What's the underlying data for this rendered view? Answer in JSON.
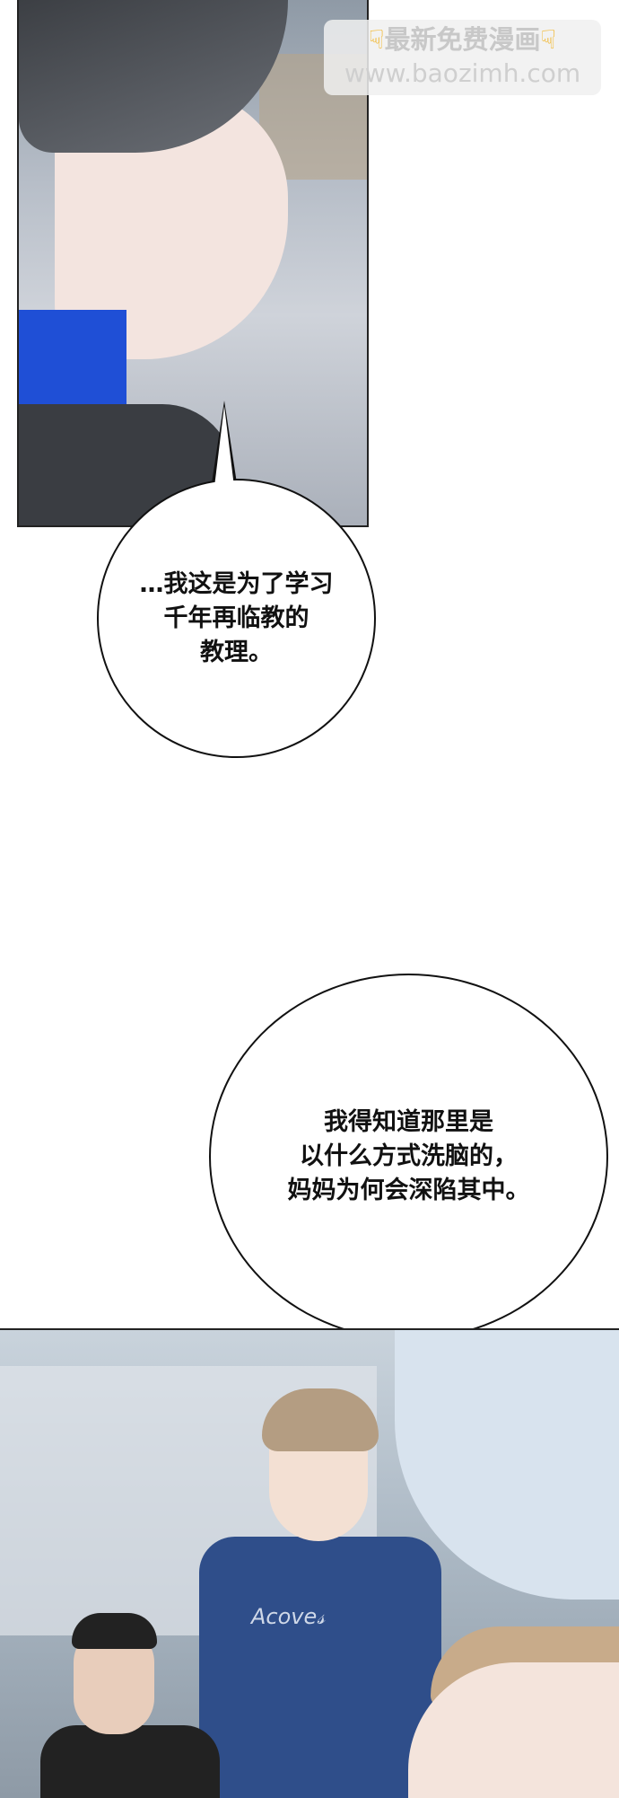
{
  "watermark": {
    "line1": "最新免费漫画",
    "line2": "www.baozimh.com",
    "icon": "pointing-down-hand-icon"
  },
  "panel1": {
    "bubble_text": "…我这是为了学习\n千年再临教的\n教理。"
  },
  "bubble2": {
    "text": "我得知道那里是\n以什么方式洗脑的，\n妈妈为何会深陷其中。"
  },
  "panel2": {
    "shirt_text": "Acove𝓈"
  },
  "colors": {
    "collar_blue": "#1f4fd6",
    "shirt_navy": "#2f4e8a"
  }
}
